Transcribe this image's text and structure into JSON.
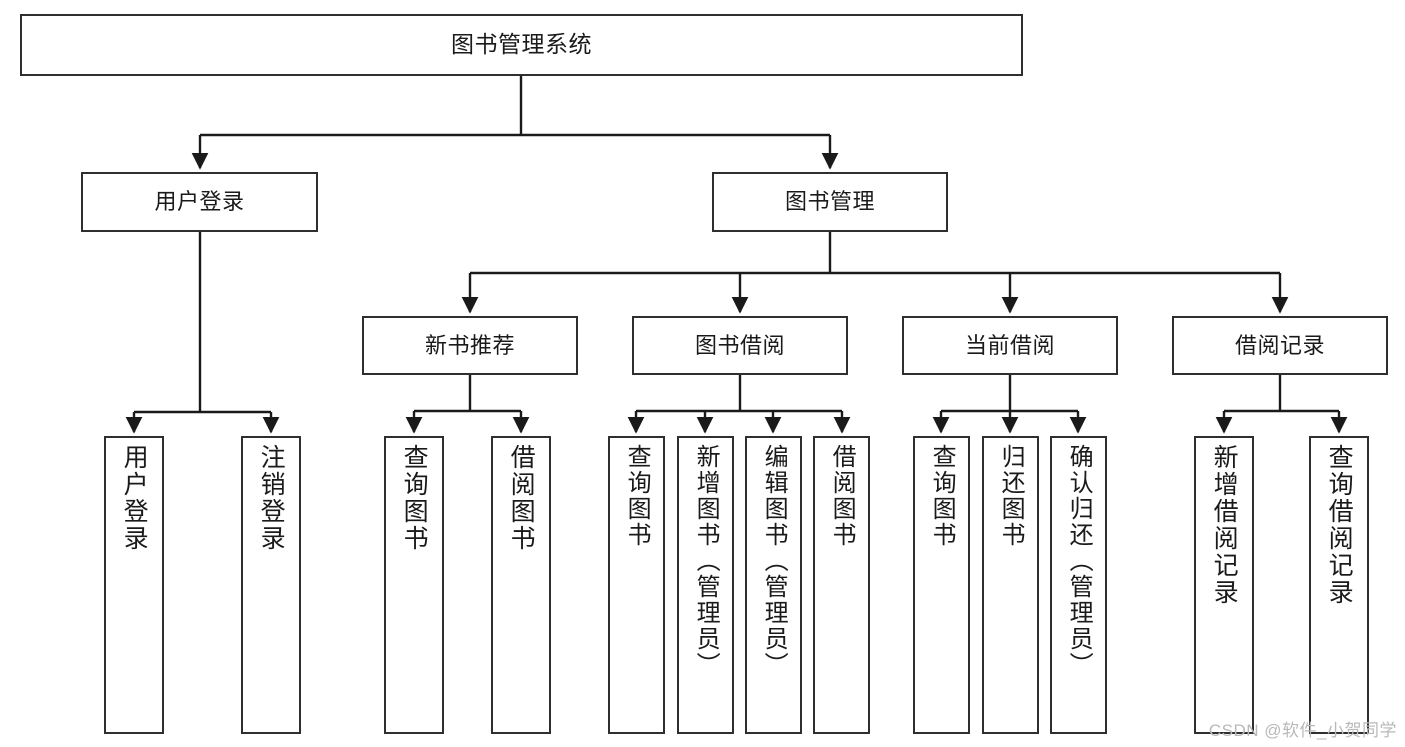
{
  "diagram": {
    "kind": "functional-structure-tree",
    "orientation": "top-down",
    "colors": {
      "box_border": "#2f2f2f",
      "box_fill": "#ffffff",
      "edge": "#1a1a1a",
      "text": "#1a1a1a",
      "watermark": "#b9b9b9",
      "background": "#ffffff"
    }
  },
  "root": {
    "label": "图书管理系统"
  },
  "level2": [
    {
      "label": "用户登录"
    },
    {
      "label": "图书管理"
    }
  ],
  "level3": [
    {
      "label": "新书推荐"
    },
    {
      "label": "图书借阅"
    },
    {
      "label": "当前借阅"
    },
    {
      "label": "借阅记录"
    }
  ],
  "leaves": {
    "user_login": [
      {
        "label": "用户登录"
      },
      {
        "label": "注销登录"
      }
    ],
    "new_book_recommend": [
      {
        "label": "查询图书"
      },
      {
        "label": "借阅图书"
      }
    ],
    "book_borrow": [
      {
        "label": "查询图书"
      },
      {
        "label": "新增图书（管理员）"
      },
      {
        "label": "编辑图书（管理员）"
      },
      {
        "label": "借阅图书"
      }
    ],
    "current_borrow": [
      {
        "label": "查询图书"
      },
      {
        "label": "归还图书"
      },
      {
        "label": "确认归还（管理员）"
      }
    ],
    "borrow_record": [
      {
        "label": "新增借阅记录"
      },
      {
        "label": "查询借阅记录"
      }
    ]
  },
  "watermark": {
    "text": "CSDN @软件_小贺同学"
  }
}
